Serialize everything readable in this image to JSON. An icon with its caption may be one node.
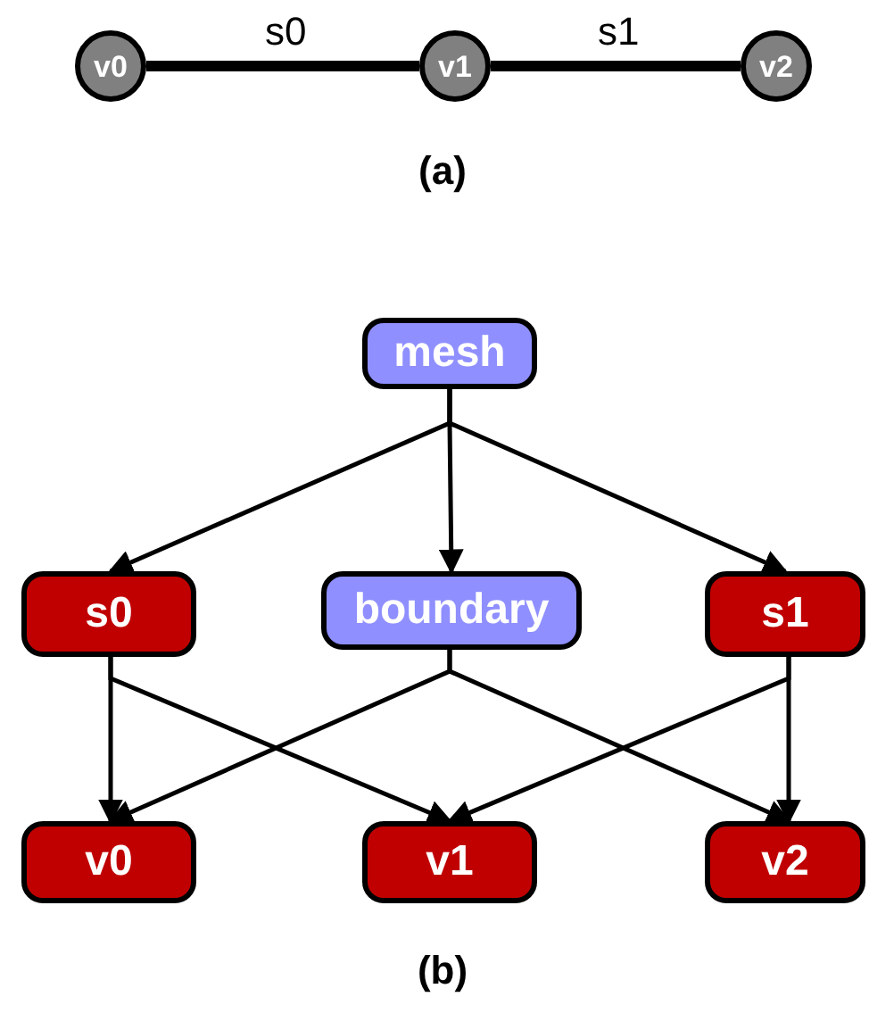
{
  "diagram": {
    "nodes": [
      {
        "text": [
          "v0"
        ]
      },
      {
        "text": [
          "v1"
        ]
      },
      {
        "text": [
          "v2"
        ]
      },
      {
        "text": [
          "mesh"
        ]
      },
      {
        "text": [
          "s0"
        ]
      },
      {
        "text": [
          "boundary"
        ]
      },
      {
        "text": [
          "s1"
        ]
      },
      {
        "text": [
          "v0"
        ]
      },
      {
        "text": [
          "v1"
        ]
      },
      {
        "text": [
          "v2"
        ]
      }
    ],
    "edges": [
      {
        "from": 0,
        "to": 1,
        "arrow": "none",
        "label": "s0",
        "style": "thick"
      },
      {
        "from": 1,
        "to": 2,
        "arrow": "none",
        "label": "s1",
        "style": "thick"
      },
      {
        "from": 3,
        "to": 4,
        "arrow": "to"
      },
      {
        "from": 3,
        "to": 5,
        "arrow": "to"
      },
      {
        "from": 3,
        "to": 6,
        "arrow": "to"
      },
      {
        "from": 4,
        "to": 7,
        "arrow": "to"
      },
      {
        "from": 4,
        "to": 8,
        "arrow": "to"
      },
      {
        "from": 5,
        "to": 7,
        "arrow": "to"
      },
      {
        "from": 5,
        "to": 9,
        "arrow": "to"
      },
      {
        "from": 6,
        "to": 8,
        "arrow": "to"
      },
      {
        "from": 6,
        "to": 9,
        "arrow": "to"
      }
    ],
    "labels": [
      "(a)",
      "(b)"
    ]
  }
}
